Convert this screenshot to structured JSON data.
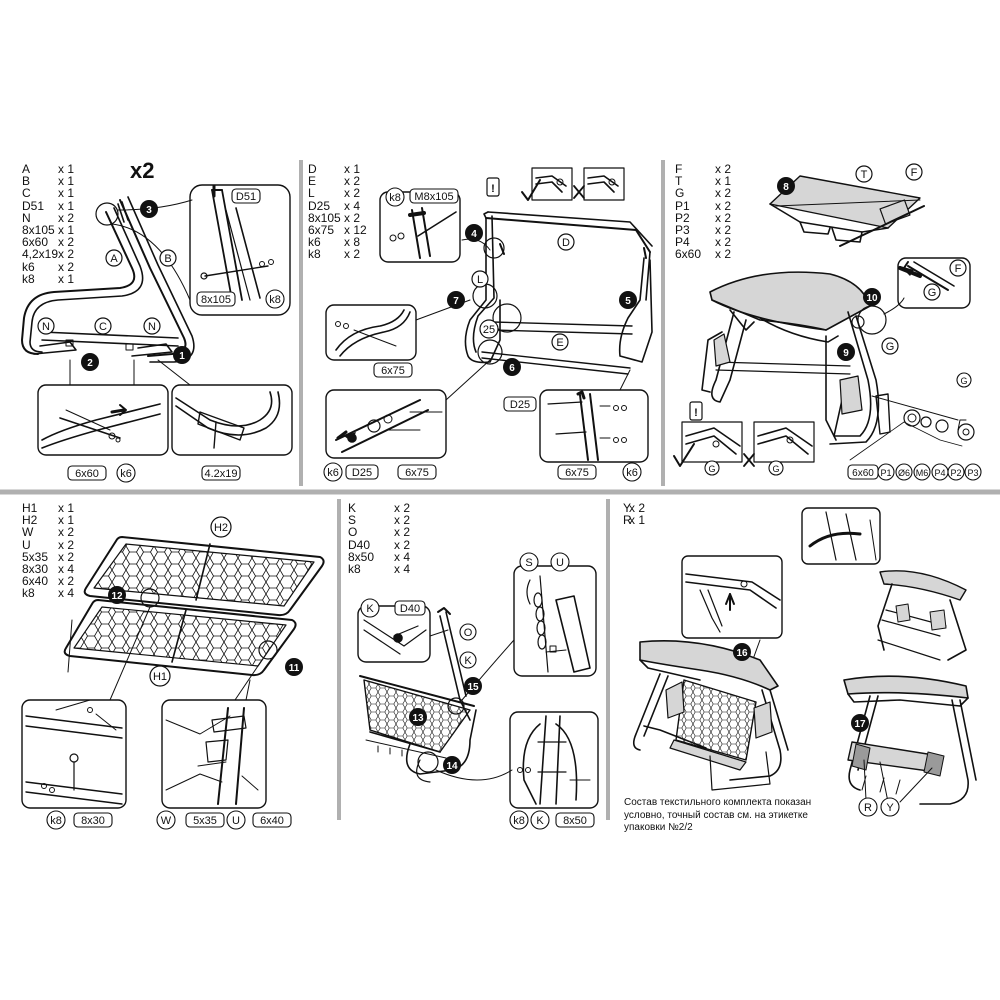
{
  "panels": [
    {
      "id": "p1",
      "multiplier": "x2",
      "parts": [
        {
          "code": "A",
          "qty": "x 1"
        },
        {
          "code": "B",
          "qty": "x 1"
        },
        {
          "code": "C",
          "qty": "x 1"
        },
        {
          "code": "D51",
          "qty": "x 1"
        },
        {
          "code": "N",
          "qty": "x 2"
        },
        {
          "code": "8x105",
          "qty": "x 1"
        },
        {
          "code": "6x60",
          "qty": "x 2"
        },
        {
          "code": "4,2x19",
          "qty": "x 2"
        },
        {
          "code": "k6",
          "qty": "x 2"
        },
        {
          "code": "k8",
          "qty": "x 1"
        }
      ]
    },
    {
      "id": "p2",
      "parts": [
        {
          "code": "D",
          "qty": "x 1"
        },
        {
          "code": "E",
          "qty": "x 2"
        },
        {
          "code": "L",
          "qty": "x 2"
        },
        {
          "code": "D25",
          "qty": "x 4"
        },
        {
          "code": "8x105",
          "qty": "x 2"
        },
        {
          "code": "6x75",
          "qty": "x 12"
        },
        {
          "code": "k6",
          "qty": "x 8"
        },
        {
          "code": "k8",
          "qty": "x 2"
        }
      ]
    },
    {
      "id": "p3",
      "parts": [
        {
          "code": "F",
          "qty": "x 2"
        },
        {
          "code": "T",
          "qty": "x 1"
        },
        {
          "code": "G",
          "qty": "x 2"
        },
        {
          "code": "P1",
          "qty": "x 2"
        },
        {
          "code": "P2",
          "qty": "x 2"
        },
        {
          "code": "P3",
          "qty": "x 2"
        },
        {
          "code": "P4",
          "qty": "x 2"
        },
        {
          "code": "6x60",
          "qty": "x 2"
        }
      ]
    },
    {
      "id": "p4",
      "parts": [
        {
          "code": "H1",
          "qty": "x 1"
        },
        {
          "code": "H2",
          "qty": "x 1"
        },
        {
          "code": "W",
          "qty": "x 2"
        },
        {
          "code": "U",
          "qty": "x 2"
        },
        {
          "code": "5x35",
          "qty": "x 2"
        },
        {
          "code": "8x30",
          "qty": "x 4"
        },
        {
          "code": "6x40",
          "qty": "x 2"
        },
        {
          "code": "k8",
          "qty": "x 4"
        }
      ]
    },
    {
      "id": "p5",
      "parts": [
        {
          "code": "K",
          "qty": "x 2"
        },
        {
          "code": "S",
          "qty": "x 2"
        },
        {
          "code": "O",
          "qty": "x 2"
        },
        {
          "code": "D40",
          "qty": "x 2"
        },
        {
          "code": "8x50",
          "qty": "x 4"
        },
        {
          "code": "k8",
          "qty": "x 4"
        }
      ]
    },
    {
      "id": "p6",
      "parts": [
        {
          "code": "Y",
          "qty": "x 2"
        },
        {
          "code": "R",
          "qty": "x 1"
        }
      ]
    }
  ],
  "steps": [
    "1",
    "2",
    "3",
    "4",
    "5",
    "6",
    "7",
    "8",
    "9",
    "10",
    "11",
    "12",
    "13",
    "14",
    "15",
    "16",
    "17"
  ],
  "labels": {
    "A": "A",
    "B": "B",
    "C": "C",
    "N": "N",
    "D51": "D51",
    "b8x105": "8x105",
    "k8": "k8",
    "k6": "k6",
    "b6x60": "6x60",
    "b42x19": "4.2x19",
    "D": "D",
    "E": "E",
    "L": "L",
    "n25": "25",
    "M8x105": "M8x105",
    "b6x75": "6x75",
    "D25": "D25",
    "T": "T",
    "F": "F",
    "G": "G",
    "P1": "P1",
    "P2": "P2",
    "P3": "P3",
    "P4": "P4",
    "O6": "Ø6",
    "M6": "M6",
    "H1": "H1",
    "H2": "H2",
    "b8x30": "8x30",
    "W": "W",
    "b5x35": "5x35",
    "U": "U",
    "b6x40": "6x40",
    "K": "K",
    "D40": "D40",
    "S": "S",
    "O": "O",
    "b8x50": "8x50",
    "R": "R",
    "Y": "Y",
    "excl": "!"
  },
  "note": {
    "line1": "Состав текстильного комплекта показан",
    "line2": "условно, точный состав см. на этикетке",
    "line3": "упаковки №2/2"
  },
  "colors": {
    "ink": "#111111",
    "divider": "#b0b0b0",
    "fabric": "#d6d6d6",
    "fabricDark": "#9a9a9a"
  }
}
